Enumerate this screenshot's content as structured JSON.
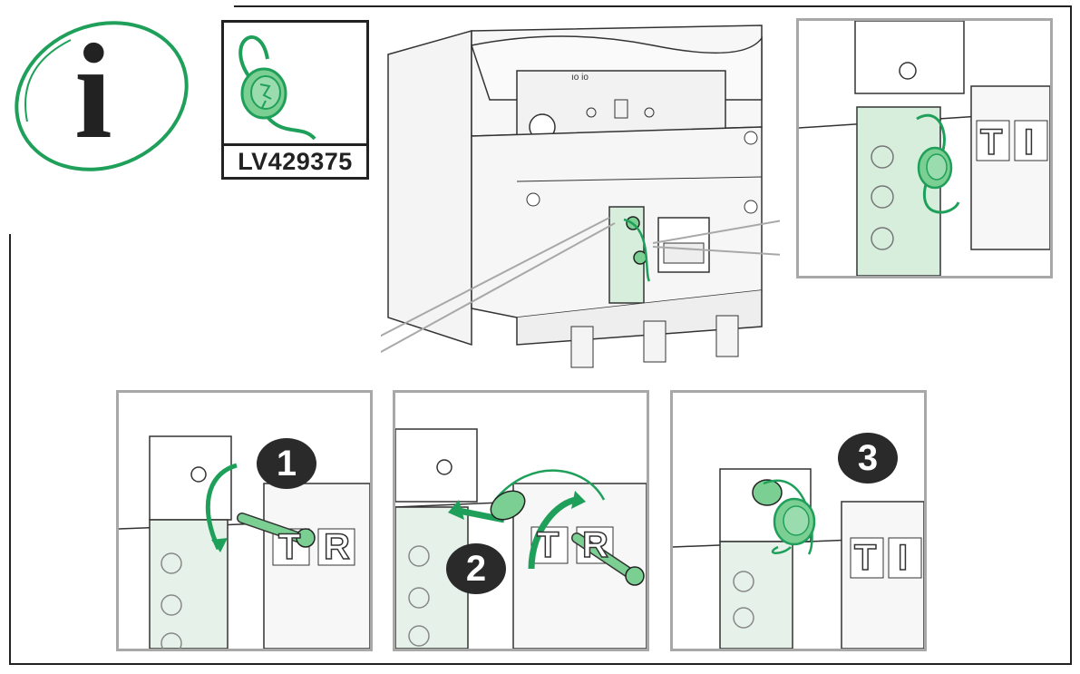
{
  "info_icon": {
    "glyph": "i",
    "ring_color": "#1fa05a",
    "name": "info-icon"
  },
  "part_reference": {
    "code": "LV429375"
  },
  "colors": {
    "accent_green": "#1fa05a",
    "seal_fill": "#7ccf93",
    "outline": "#222222",
    "panel_border": "#a8a8a8",
    "transparent_cover": "#d8eedd"
  },
  "breaker": {
    "labels": {
      "top_marks": "ıo  io"
    }
  },
  "steps": [
    {
      "number": "1",
      "letters": [
        "T",
        "R"
      ]
    },
    {
      "number": "2",
      "letters": [
        "T",
        "R"
      ]
    },
    {
      "number": "3",
      "letters": [
        "T",
        "I"
      ]
    }
  ],
  "detail_panel": {
    "letters": [
      "T",
      "I"
    ]
  }
}
